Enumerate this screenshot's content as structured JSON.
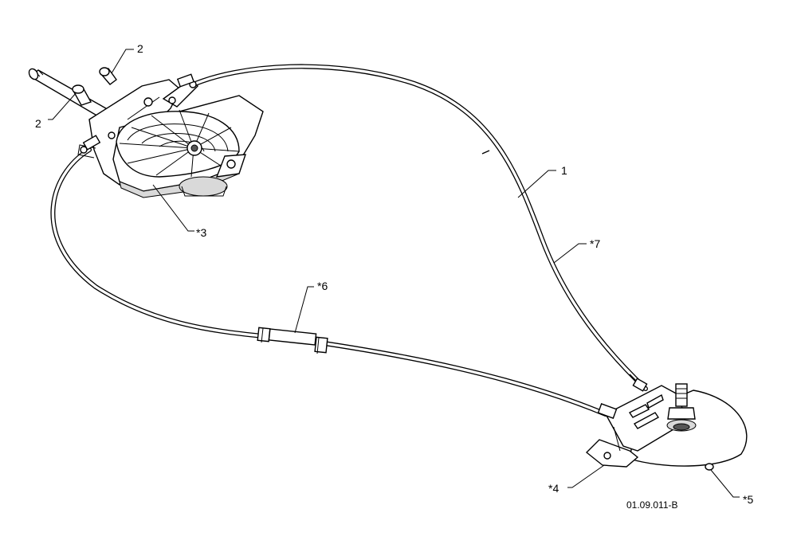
{
  "callouts": [
    {
      "id": "c2a",
      "text": "2"
    },
    {
      "id": "c2b",
      "text": "2"
    },
    {
      "id": "c3",
      "text": "*3"
    },
    {
      "id": "c1",
      "text": "1"
    },
    {
      "id": "c7",
      "text": "*7"
    },
    {
      "id": "c6",
      "text": "*6"
    },
    {
      "id": "c4",
      "text": "*4"
    },
    {
      "id": "c5",
      "text": "*5"
    }
  ],
  "drawing_code": "01.09.011-B"
}
